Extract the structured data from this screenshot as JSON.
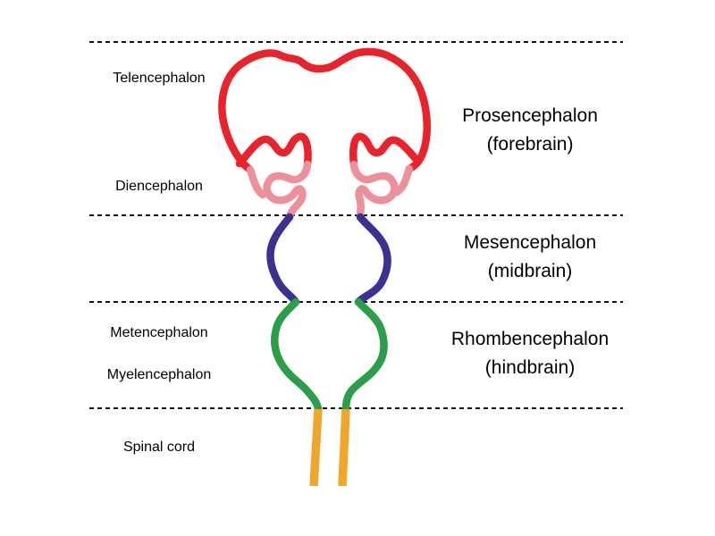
{
  "figure": {
    "left_labels": [
      {
        "text": "Telencephalon"
      },
      {
        "text": "Diencephalon"
      },
      {
        "text": "Metencephalon"
      },
      {
        "text": "Myelencephalon"
      },
      {
        "text": "Spinal cord"
      }
    ],
    "right_labels": [
      {
        "line1": "Prosencephalon",
        "line2": "(forebrain)"
      },
      {
        "line1": "Mesencephalon",
        "line2": "(midbrain)"
      },
      {
        "line1": "Rhombencephalon",
        "line2": "(hindbrain)"
      }
    ],
    "structures": [
      {
        "name": "Telencephalon",
        "color_key": "red"
      },
      {
        "name": "Diencephalon",
        "color_key": "pink"
      },
      {
        "name": "Mesencephalon",
        "color_key": "navy"
      },
      {
        "name": "Metencephalon / Myelencephalon",
        "color_key": "green"
      },
      {
        "name": "Spinal cord",
        "color_key": "orange"
      }
    ]
  },
  "colors": {
    "red": "#E8232B",
    "pink": "#EC919B",
    "navy": "#3A3191",
    "green": "#2B9E4A",
    "orange": "#F0A62B",
    "line": "#111111",
    "text": "#000000",
    "background": "#FFFFFF"
  }
}
